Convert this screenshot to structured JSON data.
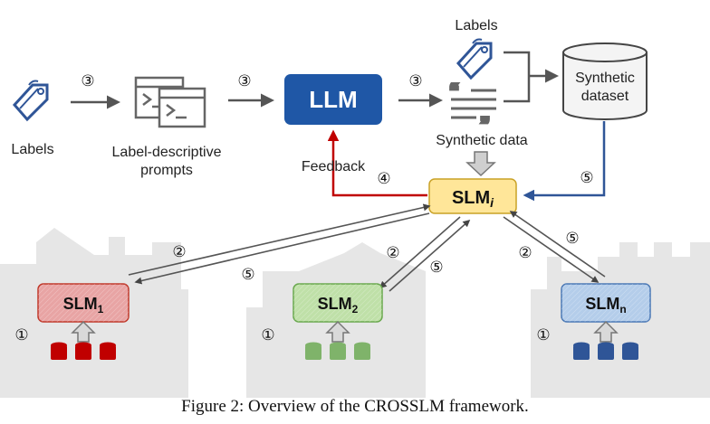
{
  "top": {
    "labels_left": "Labels",
    "prompts_line1": "Label-descriptive",
    "prompts_line2": "prompts",
    "llm": "LLM",
    "feedback": "Feedback",
    "synthetic_data": "Synthetic data",
    "labels_right": "Labels",
    "dataset_line1": "Synthetic",
    "dataset_line2": "dataset"
  },
  "slm_center": {
    "base": "SLM",
    "sub": "i"
  },
  "slms": [
    {
      "base": "SLM",
      "sub": "1",
      "fill": "#e8a4a4",
      "stroke": "#c0392b",
      "db": "#c00000"
    },
    {
      "base": "SLM",
      "sub": "2",
      "fill": "#bfe0a8",
      "stroke": "#6aa84f",
      "db": "#7fb36a"
    },
    {
      "base": "SLM",
      "sub": "n",
      "fill": "#b4cdea",
      "stroke": "#4a78b5",
      "db": "#2f5597"
    }
  ],
  "steps": {
    "s1": "①",
    "s2": "②",
    "s3": "③",
    "s4": "④",
    "s5": "⑤"
  },
  "colors": {
    "llm": "#1f57a6",
    "feedback": "#c00000",
    "slm_i": "#ffe699",
    "dataset_arrow": "#2f5597"
  },
  "caption": "Figure 2: Overview of the CROSSLM framework."
}
